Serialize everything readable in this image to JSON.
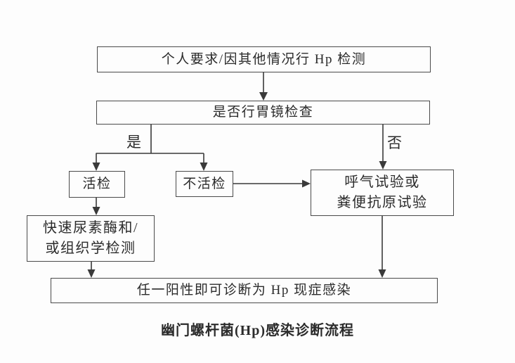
{
  "diagram": {
    "caption": "幽门螺杆菌(Hp)感染诊断流程",
    "edge_labels": {
      "yes": "是",
      "no": "否"
    },
    "nodes": {
      "request": {
        "label": "个人要求/因其他情况行 Hp 检测"
      },
      "gastroscopy": {
        "label": "是否行胃镜检查"
      },
      "biopsy": {
        "label": "活检"
      },
      "no_biopsy": {
        "label": "不活检"
      },
      "breath": {
        "lines": [
          "呼气试验或",
          "粪便抗原试验"
        ]
      },
      "urease": {
        "lines": [
          "快速尿素酶和/",
          "或组织学检测"
        ]
      },
      "diagnosis": {
        "label": "任一阳性即可诊断为 Hp 现症感染"
      }
    },
    "colors": {
      "line": "#3a3a3a",
      "box_border": "#4a4a4a",
      "text": "#2b2b2b",
      "background": "#fdfdfd"
    }
  }
}
